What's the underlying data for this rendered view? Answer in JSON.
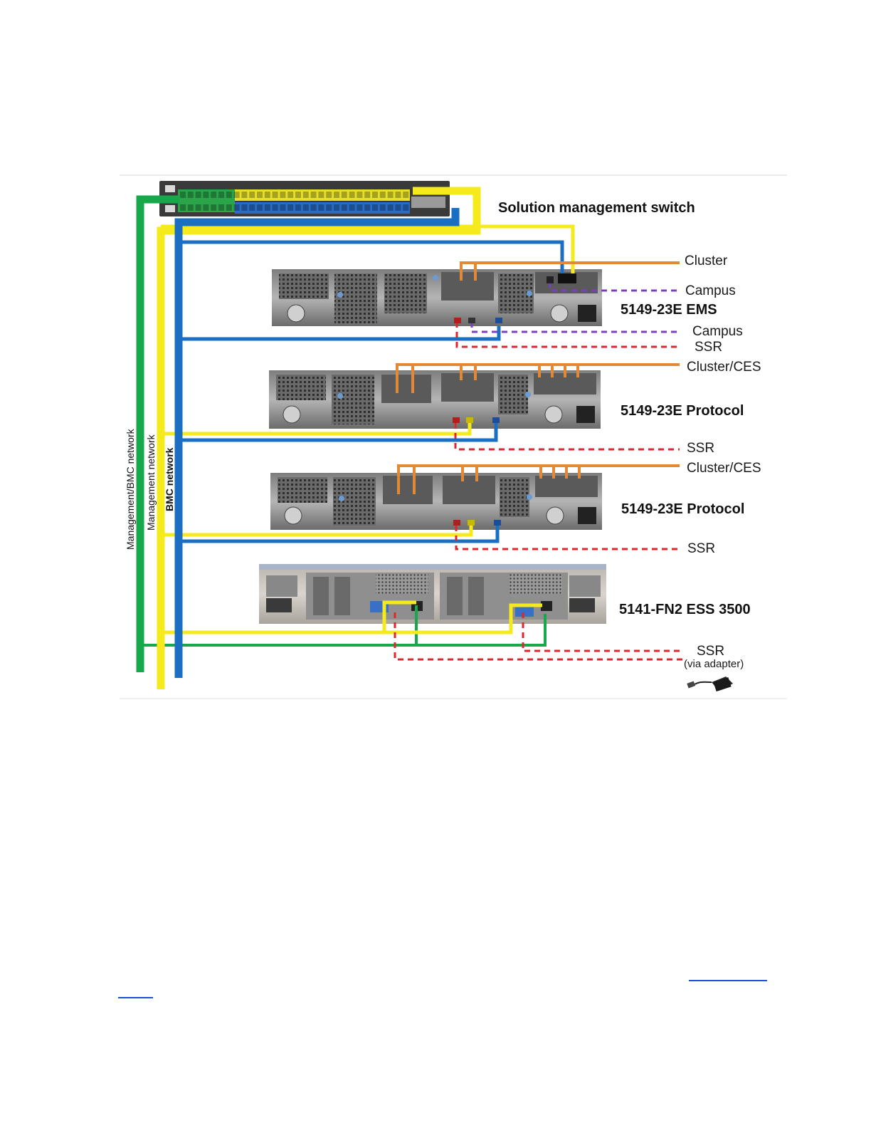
{
  "colors": {
    "management_bmc": "#17a84b",
    "management": "#f4ea1c",
    "bmc": "#1a6fc2",
    "cluster": "#e08a35",
    "campus": "#7b3fbf",
    "ssr": "#e0262d"
  },
  "switch": {
    "label": "Solution management switch"
  },
  "networks": {
    "management_bmc": "Management/BMC network",
    "management": "Management network",
    "bmc": "BMC network"
  },
  "nodes": {
    "ems": {
      "name": "5149-23E EMS",
      "cluster": "Cluster",
      "campus_top": "Campus",
      "campus_bottom": "Campus",
      "ssr": "SSR"
    },
    "protocol1": {
      "name": "5149-23E Protocol",
      "cluster": "Cluster/CES",
      "ssr": "SSR"
    },
    "protocol2": {
      "name": "5149-23E Protocol",
      "cluster": "Cluster/CES",
      "ssr": "SSR"
    },
    "ess": {
      "name": "5141-FN2 ESS 3500",
      "ssr": "SSR",
      "ssr_note": "(via adapter)"
    }
  },
  "adapter": {
    "icon": "usb-ethernet-adapter-icon"
  }
}
